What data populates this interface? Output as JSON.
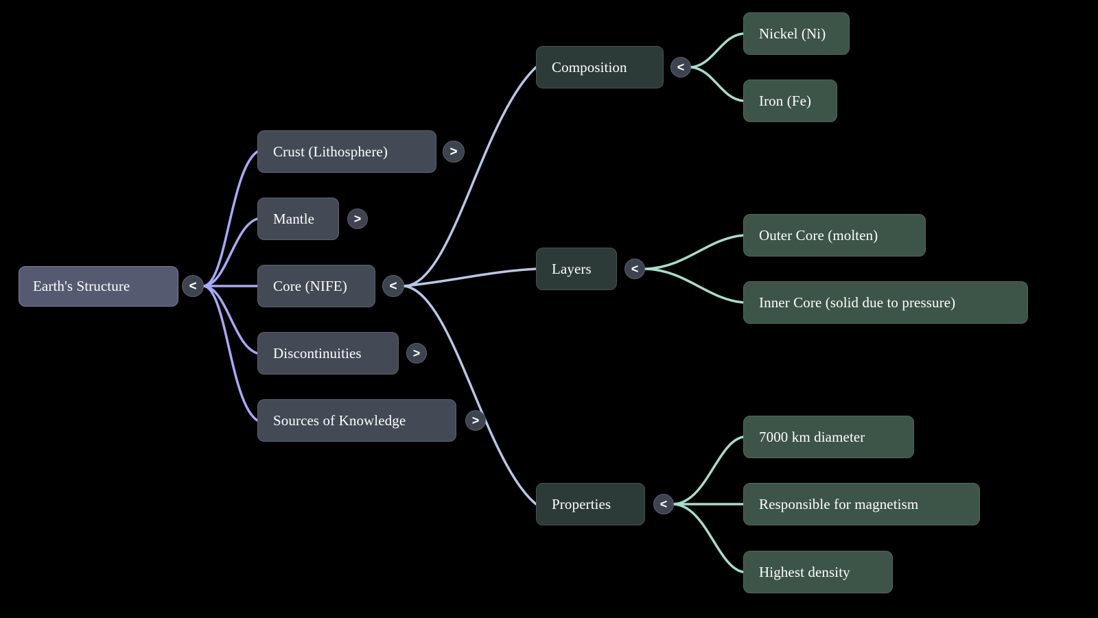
{
  "title": "Earth's Structure",
  "theme": {
    "background": "#000000",
    "root_fill": "#555a70",
    "root_stroke": "#7b80a0",
    "branch_fill": "#434a55",
    "branch_stroke": "#5b6370",
    "subbranch_fill": "#2d3b38",
    "subbranch_stroke": "#44544f",
    "leaf_fill": "#3d5448",
    "leaf_stroke": "#516a5c",
    "text": "#ffffff",
    "edge_root": "#a9a9f5",
    "edge_branch": "#b8c8e8",
    "edge_leaf": "#a8ddcb",
    "toggle_fill": "#3d4450",
    "toggle_text": "#ffffff"
  },
  "icons": {
    "expanded": "<",
    "collapsed": ">"
  },
  "nodes": {
    "root": {
      "label": "Earth's Structure",
      "state": "expanded",
      "toggle": "<"
    },
    "crust": {
      "label": "Crust (Lithosphere)",
      "state": "collapsed",
      "toggle": ">"
    },
    "mantle": {
      "label": "Mantle",
      "state": "collapsed",
      "toggle": ">"
    },
    "core": {
      "label": "Core (NIFE)",
      "state": "expanded",
      "toggle": "<"
    },
    "discontinuities": {
      "label": "Discontinuities",
      "state": "collapsed",
      "toggle": ">"
    },
    "sources": {
      "label": "Sources of Knowledge",
      "state": "collapsed",
      "toggle": ">"
    },
    "composition": {
      "label": "Composition",
      "state": "expanded",
      "toggle": "<"
    },
    "nickel": {
      "label": "Nickel (Ni)"
    },
    "iron": {
      "label": "Iron (Fe)"
    },
    "layers": {
      "label": "Layers",
      "state": "expanded",
      "toggle": "<"
    },
    "outer_core": {
      "label": "Outer Core (molten)"
    },
    "inner_core": {
      "label": "Inner Core (solid due to pressure)"
    },
    "properties": {
      "label": "Properties",
      "state": "expanded",
      "toggle": "<"
    },
    "diameter": {
      "label": "7000 km diameter"
    },
    "magnetism": {
      "label": "Responsible for magnetism"
    },
    "density": {
      "label": "Highest density"
    }
  }
}
